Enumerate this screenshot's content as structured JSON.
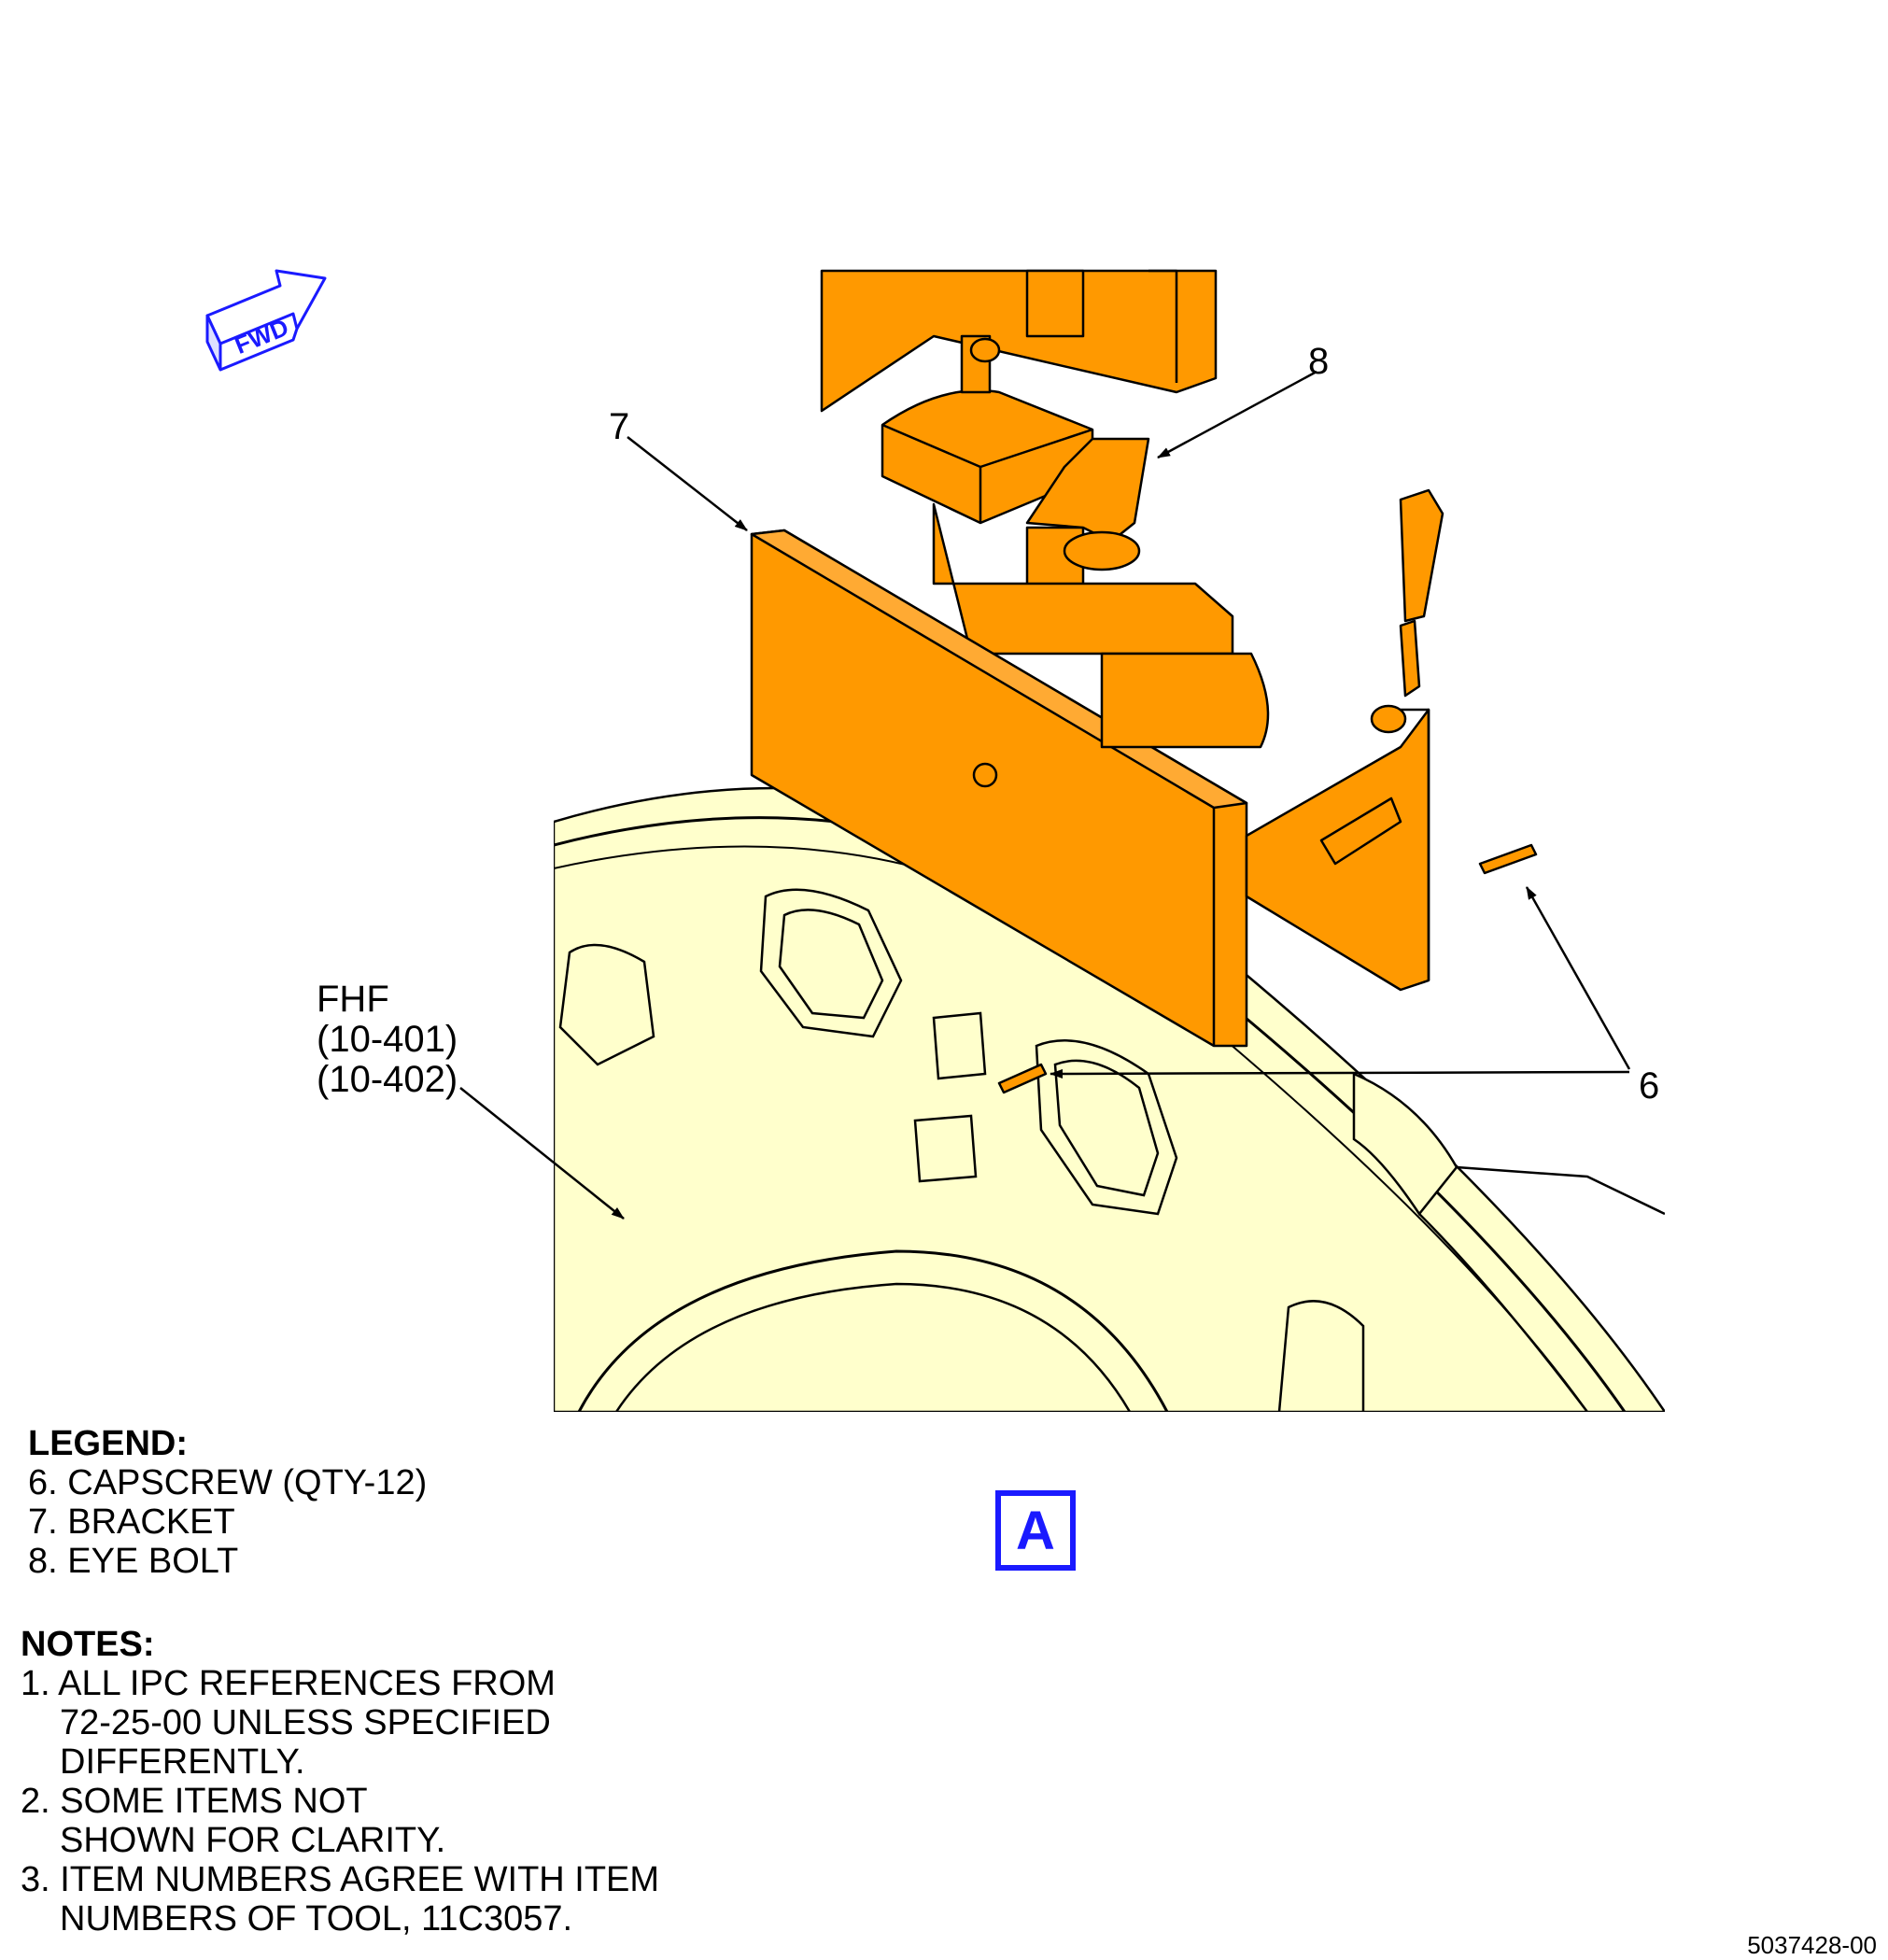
{
  "callouts": {
    "item6": "6",
    "item7": "7",
    "item8": "8",
    "fhf": [
      "FHF",
      "(10-401)",
      "(10-402)"
    ]
  },
  "fwd_label": "FWD",
  "view_label": "A",
  "legend": {
    "title": "LEGEND:",
    "items": [
      "6. CAPSCREW (QTY-12)",
      "7. BRACKET",
      "8. EYE BOLT"
    ]
  },
  "notes": {
    "title": "NOTES:",
    "items": [
      "1. ALL IPC REFERENCES FROM",
      "72-25-00 UNLESS SPECIFIED",
      "DIFFERENTLY.",
      "2. SOME ITEMS NOT",
      "SHOWN FOR CLARITY.",
      "3. ITEM NUMBERS AGREE WITH ITEM",
      "NUMBERS OF TOOL, 11C3057."
    ]
  },
  "figure_number": "5037428-00",
  "colors": {
    "tool": "#ff9900",
    "engine": "#ffffcc",
    "fwd": "#1a1aff"
  }
}
